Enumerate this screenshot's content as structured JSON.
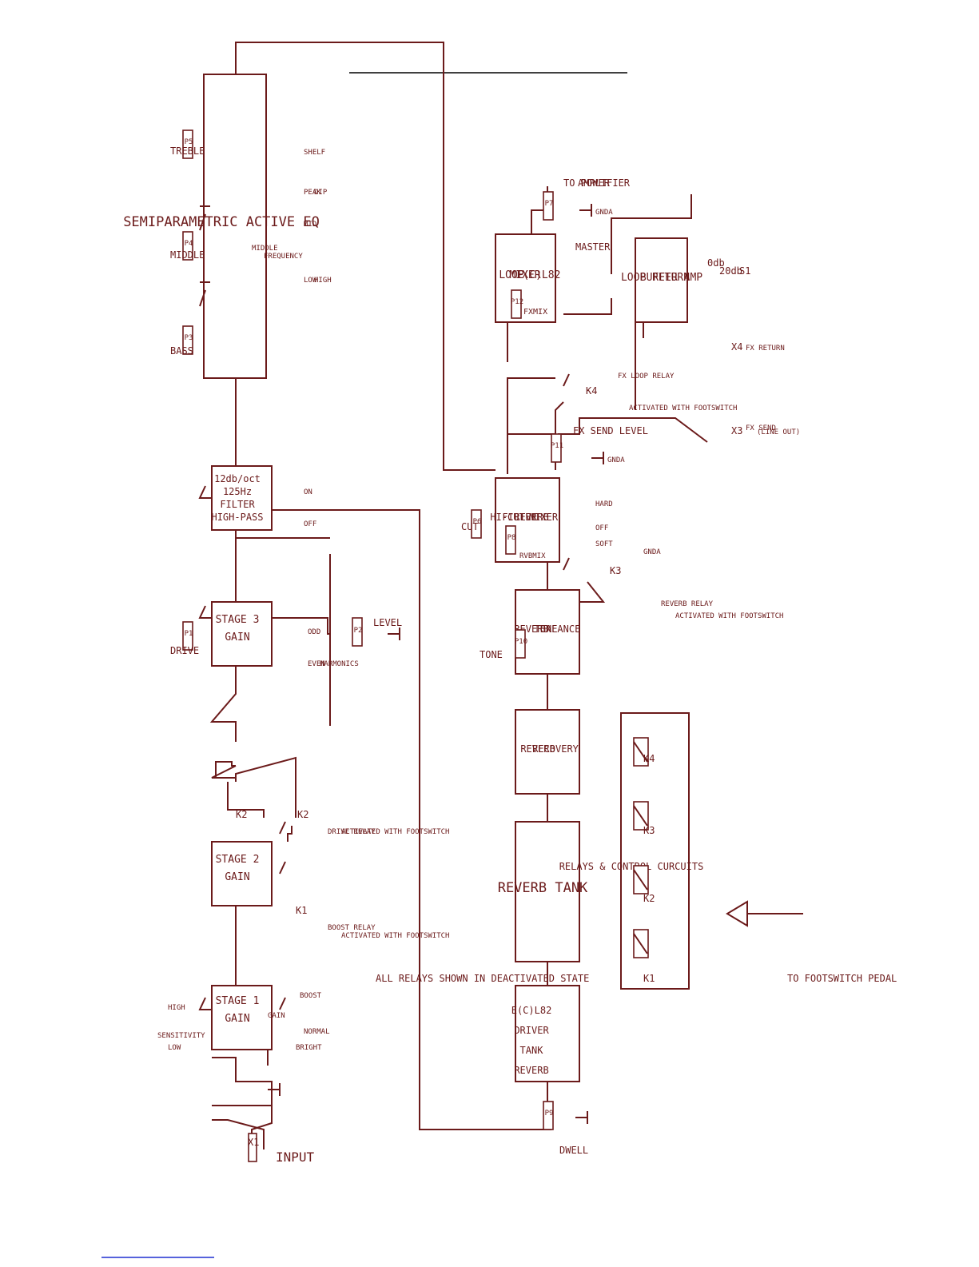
{
  "blocks": {
    "gain_stage_1": [
      "GAIN",
      "STAGE 1"
    ],
    "gain_stage_2": [
      "GAIN",
      "STAGE 2"
    ],
    "gain_stage_3": [
      "GAIN",
      "STAGE 3"
    ],
    "high_pass": [
      "HIGH-PASS",
      "FILTER",
      "125Hz",
      "12db/oct"
    ],
    "eq": "SEMIPARAMETRIC ACTIVE EQ",
    "reverb_tank_driver": [
      "REVERB",
      "TANK",
      "DRIVER",
      "E(C)L82"
    ],
    "reverb_tank": "REVERB TANK",
    "reverb_recovery": [
      "REVERB",
      "RECOVERY"
    ],
    "reverb_tone_balance": [
      "REVERB",
      "TONE",
      "BALANCE"
    ],
    "hicut_reverb_mixer": [
      "HI-CUT",
      "FILTER",
      "REVERB",
      "MIXER"
    ],
    "loop_mixer": [
      "LOOP",
      "MIXER",
      "E(C)L82"
    ],
    "loop_return": [
      "LOOP RETURN",
      "BUFFER AMP"
    ],
    "relays_box": "RELAYS & CONTROL CURCUITS"
  },
  "labels": {
    "input": "INPUT",
    "x1": "X1",
    "sensitivity": "SENSITIVITY",
    "low": "LOW",
    "high": "HIGH",
    "bright": "BRIGHT",
    "gain": "GAIN",
    "boost": "BOOST",
    "normal": "NORMAL",
    "k1": "K1",
    "boost_relay_1": "BOOST RELAY",
    "boost_relay_2": "ACTIVATED WITH FOOTSWITCH",
    "k2": "K2",
    "drive_relay_1": "DRIVE RELAY",
    "drive_relay_2": "ACTIVATED WITH FOOTSWITCH",
    "all_relays": "ALL RELAYS SHOWN IN DEACTIVATED STATE",
    "drive": "DRIVE",
    "even": "EVEN",
    "odd": "ODD",
    "harmonics": "HARMONICS",
    "level": "LEVEL",
    "off": "OFF",
    "on": "ON",
    "bass": "BASS",
    "middle": "MIDDLE",
    "treble": "TREBLE",
    "middle_freq_1": "MIDDLE",
    "middle_freq_2": "FREQUENCY",
    "mid": "MID",
    "low_high": "HIGH",
    "peak": "PEAK",
    "dip": "DIP",
    "shelf": "SHELF",
    "dwell": "DWELL",
    "tone": "TONE",
    "cut": "CUT",
    "hard": "HARD",
    "soft": "SOFT",
    "rev_off": "OFF",
    "k3": "K3",
    "reverb_relay_1": "REVERB RELAY",
    "reverb_relay_2": "ACTIVATED WITH FOOTSWITCH",
    "gnda": "GNDA",
    "fx_send_level": "FX SEND LEVEL",
    "k4": "K4",
    "fx_loop_relay_1": "FX LOOP RELAY",
    "fx_loop_relay_2": "ACTIVATED WITH FOOTSWITCH",
    "x3": "X3",
    "fx_send_1": "FX SEND",
    "fx_send_2": "(LINE OUT)",
    "x4": "X4",
    "fx_return": "FX RETURN",
    "master": "MASTER",
    "to_power_1": "TO POWER",
    "to_power_2": "AMPLIFIER",
    "odb": "0db",
    "twentydb": "20db",
    "s1": "S1",
    "fxmix": "FXMIX",
    "rvbmix": "RVBMIX",
    "to_footswitch": "TO FOOTSWITCH PEDAL"
  },
  "pots": {
    "p1": "P1",
    "p2": "P2",
    "p3": "P3",
    "p4": "P4",
    "p5": "P5",
    "p6": "P6",
    "p7": "P7",
    "p8": "P8",
    "p9": "P9",
    "p10": "P10",
    "p11": "P11",
    "p12": "P12"
  },
  "relays": [
    "K1",
    "K2",
    "K3",
    "K4"
  ]
}
